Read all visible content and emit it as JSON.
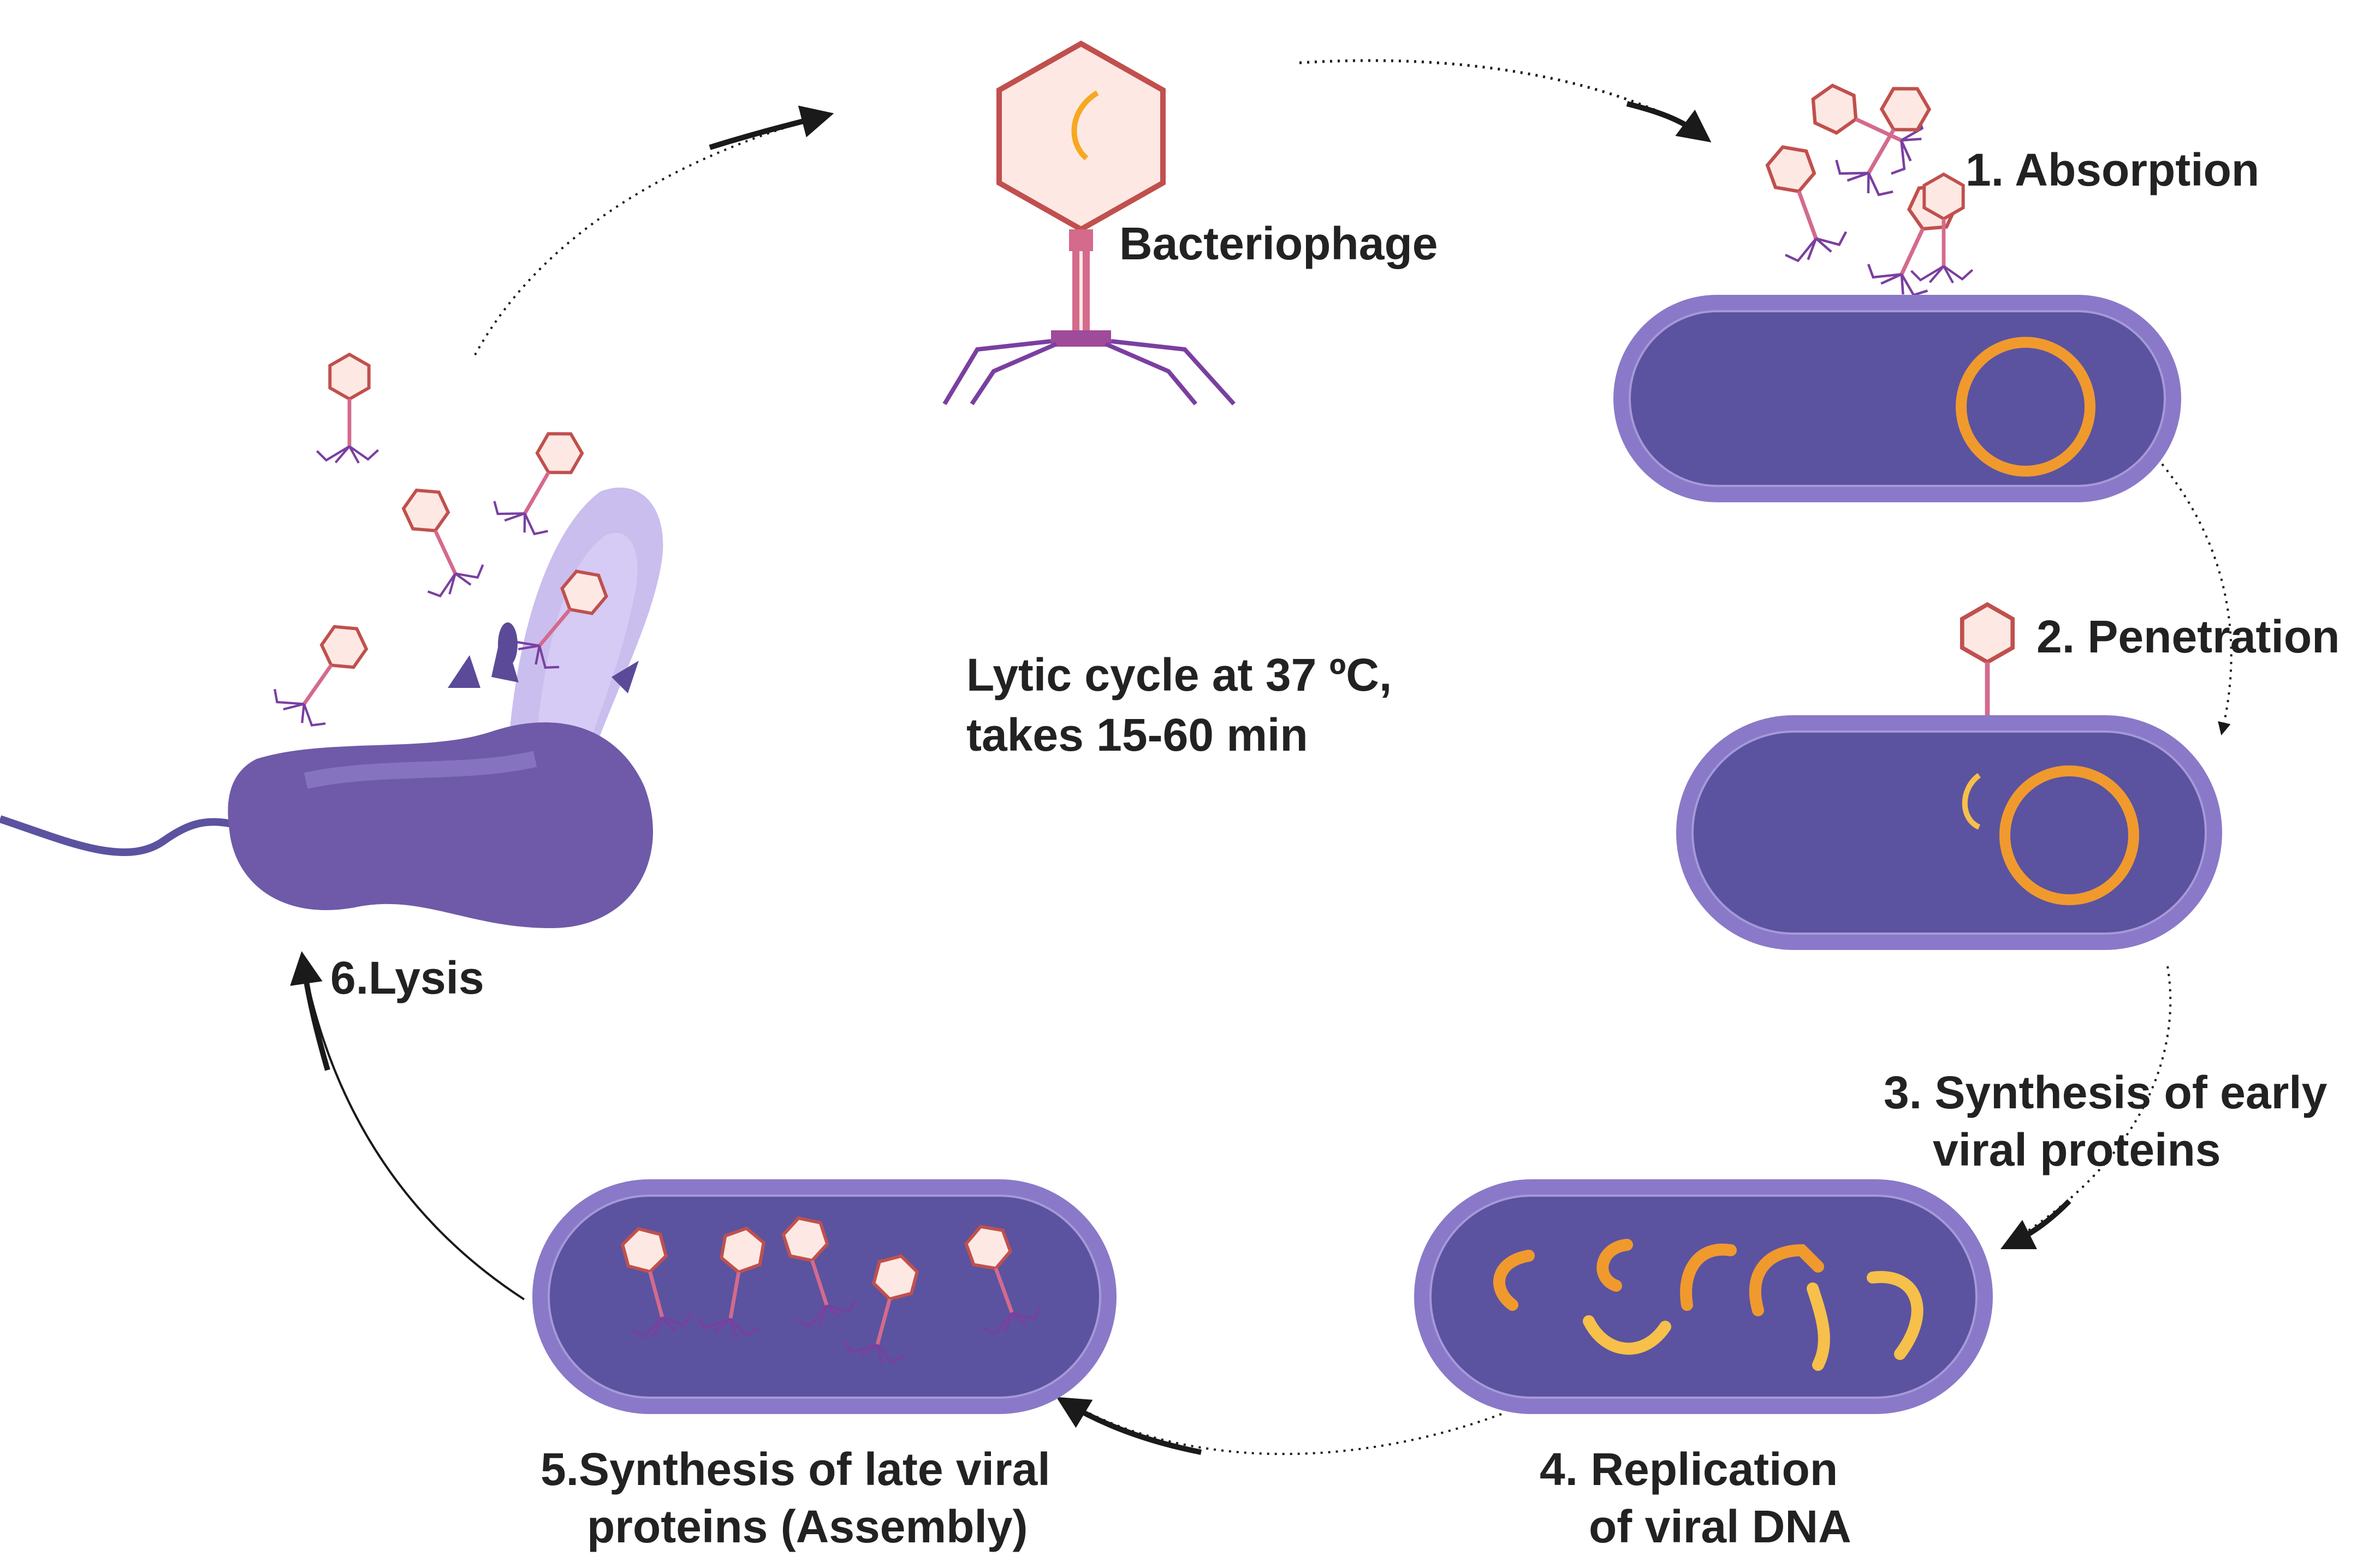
{
  "colors": {
    "cell_outer": "#8a79c8",
    "cell_inner": "#5b53a0",
    "cell_rim": "#a599d8",
    "dna_orange": "#f09a2e",
    "dna_yellow": "#f6c04a",
    "phage_head_stroke": "#c0504d",
    "phage_head_fill": "#fde8e4",
    "phage_tail": "#d46a8c",
    "phage_fibers": "#7a3fa0",
    "arrow": "#1a1a1a",
    "burst_cloud": "#b8a8e8"
  },
  "icons": [
    "bacteriophage-icon",
    "bacterium-icon",
    "circular-dna-icon",
    "viral-dna-fragment-icon",
    "lysis-burst-icon"
  ],
  "labels": {
    "bacteriophage": "Bacteriophage",
    "center_line1": "Lytic cycle at 37 ºC,",
    "center_line2": "takes 15-60 min",
    "step1": "1. Absorption",
    "step2": "2. Penetration",
    "step3_line1": "3. Synthesis of early",
    "step3_line2": "viral proteins",
    "step4_line1": "4. Replication",
    "step4_line2": "of viral DNA",
    "step5_line1": "5.Synthesis of late viral",
    "step5_line2": "proteins (Assembly)",
    "step6": "6.Lysis"
  }
}
